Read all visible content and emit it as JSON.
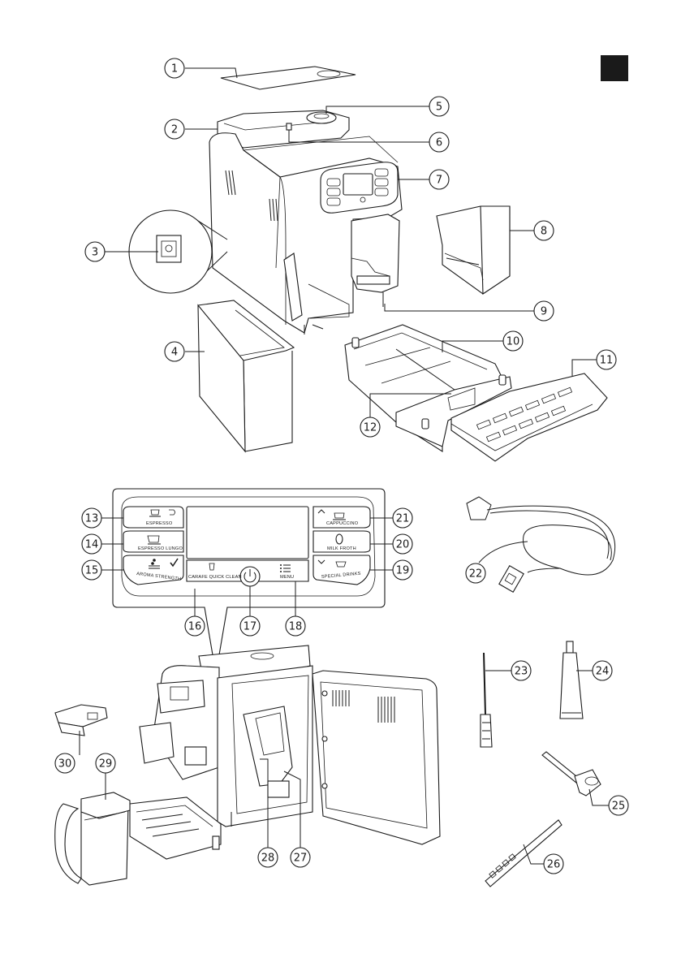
{
  "page_marker": {
    "color": "#1a1a1a"
  },
  "callouts": [
    "1",
    "2",
    "3",
    "4",
    "5",
    "6",
    "7",
    "8",
    "9",
    "10",
    "11",
    "12",
    "13",
    "14",
    "15",
    "16",
    "17",
    "18",
    "19",
    "20",
    "21",
    "22",
    "23",
    "24",
    "25",
    "26",
    "27",
    "28",
    "29",
    "30"
  ],
  "panel_buttons": {
    "espresso": "ESPRESSO",
    "espresso_lungo": "ESPRESSO LUNGO",
    "aroma_strength": "AROMA STRENGTH",
    "carafe_quick_clean": "CARAFE QUICK CLEAN",
    "menu": "MENU",
    "cappuccino": "CAPPUCCINO",
    "milk_froth": "MILK FROTH",
    "special_drinks": "SPECIAL DRINKS"
  }
}
